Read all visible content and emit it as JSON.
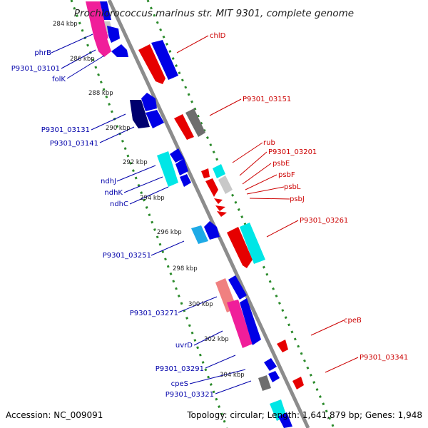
{
  "title": "Prochlorococcus marinus str. MIT 9301, complete genome",
  "footer": {
    "accession": "Accession: NC_009091",
    "summary": "Topology: circular; Length: 1,641,879 bp; Genes: 1,948"
  },
  "colors": {
    "backbone": "#8c8c8c",
    "dots": "#2a8a2a",
    "red": "#e60000",
    "blue": "#0000e6",
    "navy": "#00006e",
    "cyan": "#00e6e6",
    "pink": "#f01e9a",
    "salmon": "#f08080",
    "gray": "#6e6e6e",
    "lightgray": "#c8c8c8",
    "label_blue": "#0000aa",
    "label_red": "#cc0000"
  },
  "ticks": [
    "284 kbp",
    "286 kbp",
    "288 kbp",
    "290 kbp",
    "292 kbp",
    "294 kbp",
    "296 kbp",
    "298 kbp",
    "300 kbp",
    "302 kbp",
    "304 kbp"
  ],
  "left_labels": [
    "phrB",
    "P9301_03101",
    "folK",
    "P9301_03131",
    "P9301_03141",
    "ndhJ",
    "ndhK",
    "ndhC",
    "P9301_03251",
    "P9301_03271",
    "uvrD",
    "P9301_03291",
    "cpeS",
    "P9301_03321"
  ],
  "right_labels": [
    "chlD",
    "P9301_03151",
    "rub",
    "P9301_03201",
    "psbE",
    "psbF",
    "psbL",
    "psbJ",
    "P9301_03261",
    "cpeB",
    "P9301_03341"
  ]
}
